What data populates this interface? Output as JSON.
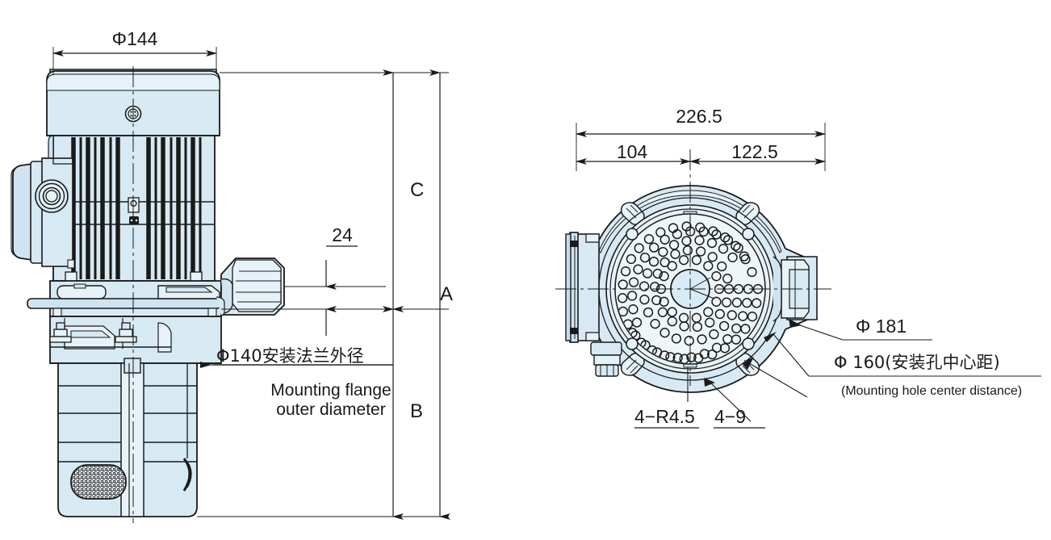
{
  "drawing": {
    "title": "Side-channel blower dimensional drawing",
    "colors": {
      "body_fill": "#d7e9f3",
      "body_fill_light": "#e6f2f8",
      "body_fill_dark": "#c3dced",
      "outline": "#1a1a1a",
      "dim_line": "#2b2b2b",
      "white": "#ffffff"
    },
    "views": [
      {
        "name": "front-elevation-view",
        "position": "left"
      },
      {
        "name": "top-plan-view",
        "position": "right"
      }
    ]
  },
  "left_view": {
    "dimensions": {
      "width_top": "Φ144",
      "offset_24": "24",
      "letter_c": "C",
      "letter_a": "A",
      "letter_b": "B"
    },
    "notes": {
      "flange_cn": "Φ140安装法兰外径",
      "flange_en_line1": "Mounting flange",
      "flange_en_line2": "outer diameter"
    }
  },
  "right_view": {
    "dimensions": {
      "overall": "226.5",
      "left_segment": "104",
      "right_segment": "122.5"
    },
    "callouts": {
      "diameter_181": "Φ 181",
      "diameter_160_cn": "Φ 160(安装孔中心距)",
      "diameter_160_en": "(Mounting hole center distance)",
      "radius_note": "4−R4.5",
      "hole_note": "4−9"
    }
  },
  "chart_data": {
    "type": "table",
    "title": "Dimensional callouts",
    "categories": [
      "Φ144",
      "24",
      "Φ140",
      "226.5",
      "104",
      "122.5",
      "Φ 181",
      "Φ 160",
      "4−R4.5",
      "4−9",
      "A",
      "B",
      "C"
    ],
    "values": [
      144,
      24,
      140,
      226.5,
      104,
      122.5,
      181,
      160,
      4.5,
      9,
      null,
      null,
      null
    ]
  }
}
